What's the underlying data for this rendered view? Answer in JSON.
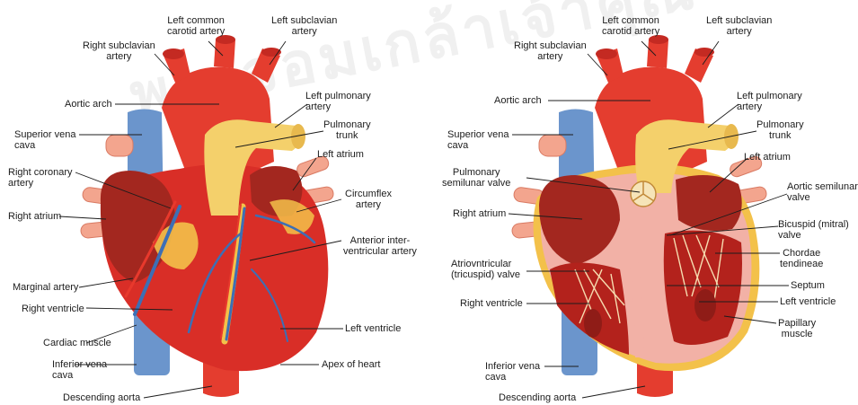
{
  "watermark": "พระจอมเกล้าเจ้าคุณ",
  "colors": {
    "heart_red": "#d92e27",
    "heart_dark": "#b3221c",
    "atrium_red": "#a3271f",
    "aorta_red": "#e43d2f",
    "pulmonary_yellow": "#f4d06b",
    "vein_blue": "#6b95cc",
    "fat_yellow": "#f3c14a",
    "interior_pink": "#f2b1a6",
    "pulmonary_vein_pink": "#f3a58e"
  },
  "left_diagram": {
    "labels": {
      "left_common_carotid": "Left common\ncarotid artery",
      "left_subclavian": "Left subclavian\nartery",
      "right_subclavian": "Right subclavian\nartery",
      "aortic_arch": "Aortic arch",
      "left_pulmonary": "Left pulmonary\nartery",
      "superior_vena_cava": "Superior vena\ncava",
      "pulmonary_trunk": "Pulmonary\ntrunk",
      "right_coronary": "Right coronary\nartery",
      "left_atrium": "Left atrium",
      "circumflex": "Circumflex\nartery",
      "right_atrium": "Right atrium",
      "anterior_interventricular": "Anterior inter-\nventricular artery",
      "marginal_artery": "Marginal artery",
      "right_ventricle": "Right ventricle",
      "left_ventricle": "Left ventricle",
      "cardiac_muscle": "Cardiac muscle",
      "inferior_vena_cava": "Inferior vena\ncava",
      "apex": "Apex  of heart",
      "descending_aorta": "Descending aorta"
    }
  },
  "right_diagram": {
    "labels": {
      "left_common_carotid": "Left common\ncarotid artery",
      "left_subclavian": "Left subclavian\nartery",
      "right_subclavian": "Right subclavian\nartery",
      "aortic_arch": "Aortic arch",
      "left_pulmonary": "Left pulmonary\nartery",
      "superior_vena_cava": "Superior vena\ncava",
      "pulmonary_trunk": "Pulmonary\ntrunk",
      "left_atrium": "Left atrium",
      "pulmonary_semilunar": "Pulmonary\nsemilunar valve",
      "aortic_semilunar": "Aortic semilunar\nvalve",
      "right_atrium": "Right atrium",
      "bicuspid": "Bicuspid (mitral)\nvalve",
      "chordae": "Chordae\ntendineae",
      "atrioventricular": "Atriovntricular\n(tricuspid) valve",
      "septum": "Septum",
      "left_ventricle": "Left ventricle",
      "right_ventricle": "Right ventricle",
      "papillary": "Papillary\nmuscle",
      "inferior_vena_cava": "Inferior vena\ncava",
      "descending_aorta": "Descending aorta"
    }
  }
}
